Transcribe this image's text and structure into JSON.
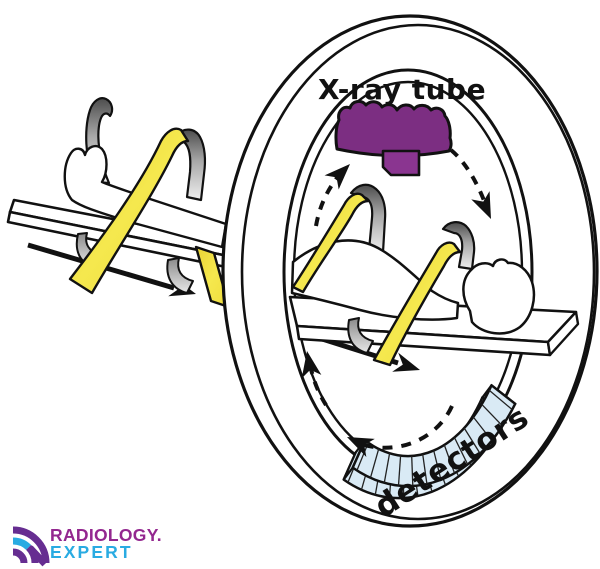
{
  "diagram": {
    "title_hint": "Spiral CT scanning principle",
    "labels": {
      "xray_tube": "X-ray tube",
      "detectors": "detectors"
    },
    "colors": {
      "xray_tube_purple": "#7C2E82",
      "collimator_purple": "#8A3590",
      "detector_blue": "#D9EAF5",
      "helix_yellow": "#F2DF3E",
      "helix_gray": "#C9C9C9",
      "outline": "#111111"
    },
    "icons": [
      "ct-gantry-ring",
      "bore-opening",
      "xray-tube-shape",
      "collimator-block",
      "detector-array",
      "helix-scan-path",
      "patient-on-table",
      "table-motion-arrow",
      "rotation-arrow-dashed"
    ]
  },
  "logo": {
    "brand_top": "RADIOLOGY.",
    "brand_bottom": "EXPERT",
    "colors": {
      "purple": "#93278F",
      "cyan": "#29ABE2",
      "mark_purple": "#662D91"
    }
  }
}
